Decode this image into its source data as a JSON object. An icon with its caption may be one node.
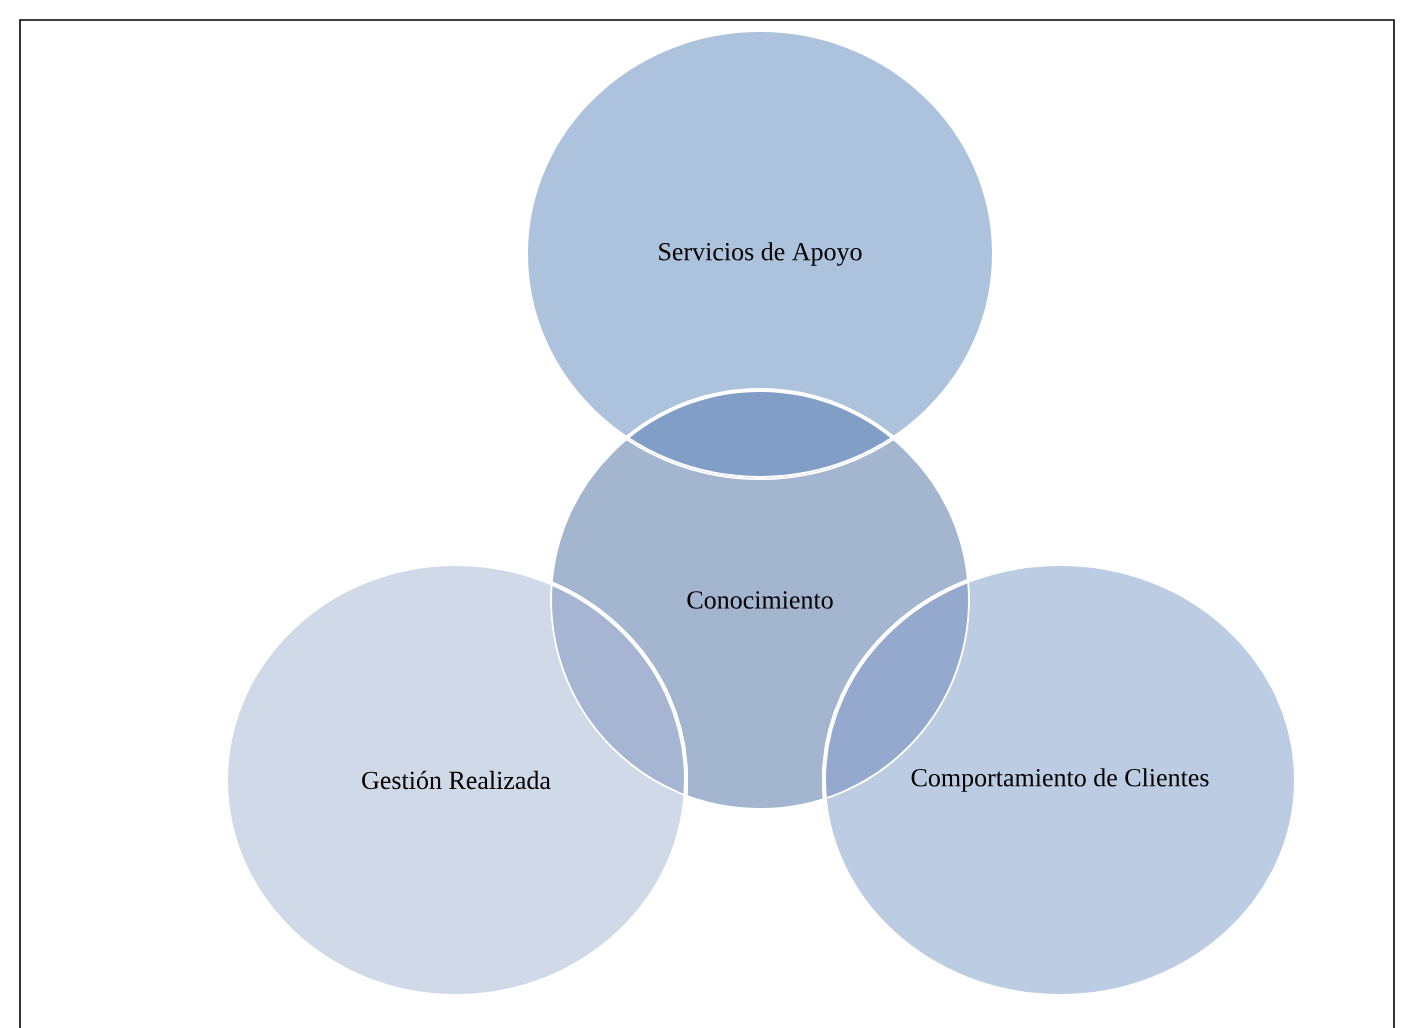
{
  "diagram": {
    "nodes": [
      {
        "text": [
          "Servicios de Apoyo"
        ]
      },
      {
        "text": [
          "Conocimiento"
        ]
      },
      {
        "text": [
          "Gestión Realizada"
        ]
      },
      {
        "text": [
          "Comportamiento de Clientes"
        ]
      }
    ]
  }
}
